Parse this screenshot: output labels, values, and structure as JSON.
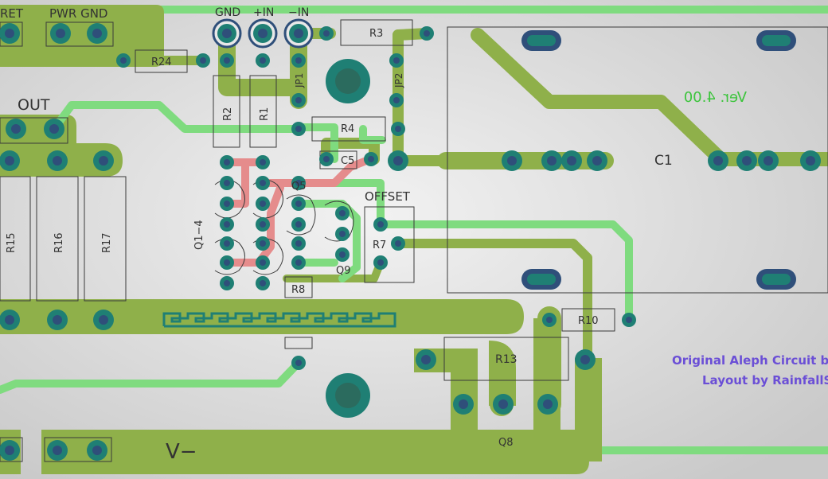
{
  "board": {
    "colors": {
      "background": "#d4d4d4",
      "copper_pour": "#8fb04a",
      "trace_green": "#7fdb7f",
      "trace_red": "#e58c8c",
      "pad_ring": "#1f7f74",
      "pad_hole": "#2f4f7a",
      "silkscreen": "#333333",
      "credit_text": "#6b4fd6",
      "version_text": "#3cc43c"
    },
    "connector_labels": {
      "ret": "RET",
      "pwr_gnd": "PWR GND",
      "gnd": "GND",
      "plus_in": "+IN",
      "minus_in": "−IN",
      "out": "OUT",
      "v_minus": "V−"
    },
    "component_labels": {
      "r1": "R1",
      "r2": "R2",
      "r3": "R3",
      "r4": "R4",
      "r7": "R7",
      "r8": "R8",
      "r10": "R10",
      "r13": "R13",
      "r15": "R15",
      "r16": "R16",
      "r17": "R17",
      "r24": "R24",
      "c1": "C1",
      "c5": "C5",
      "jp1": "JP1",
      "jp2": "JP2",
      "q1_4": "Q1−4",
      "q5": "Q5",
      "q8": "Q8",
      "q9": "Q9",
      "offset": "OFFSET"
    },
    "version": "Ver. 4.00",
    "credits": {
      "line1": "Original Aleph Circuit b",
      "line2": "Layout by RainfallS"
    },
    "decoration": "greek-key-pattern"
  }
}
